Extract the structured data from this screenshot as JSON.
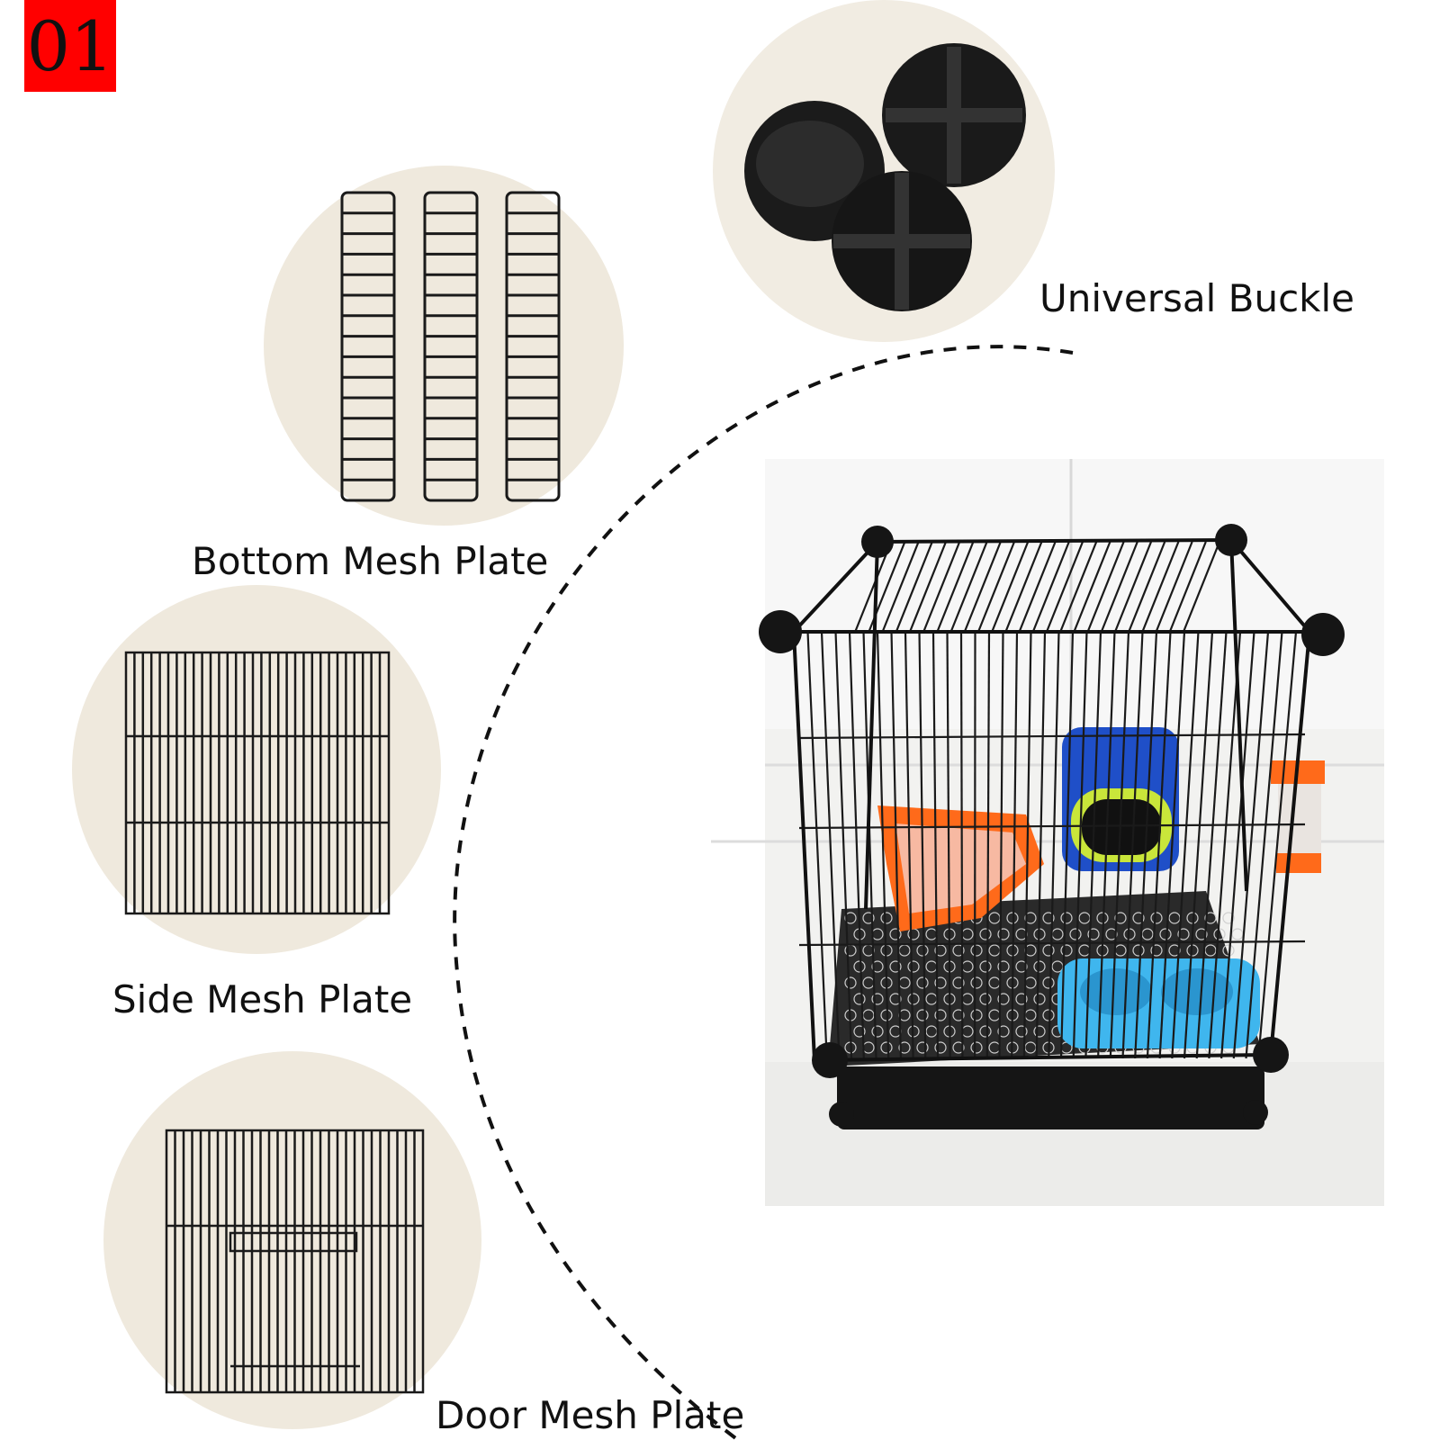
{
  "badge": {
    "text": "01",
    "color": "#ff0000"
  },
  "labels": {
    "universal_buckle": "Universal Buckle",
    "bottom_mesh_plate": "Bottom Mesh Plate",
    "side_mesh_plate": "Side Mesh Plate",
    "door_mesh_plate": "Door Mesh Plate"
  },
  "colors": {
    "circle_background": "#efe9dd",
    "wire": "#1a1a1a",
    "hammock_blue": "#1f4fc8",
    "hammock_trim": "#c9e63a",
    "litter_orange": "#ff6a1a",
    "bowl_blue": "#3fb6ee"
  }
}
